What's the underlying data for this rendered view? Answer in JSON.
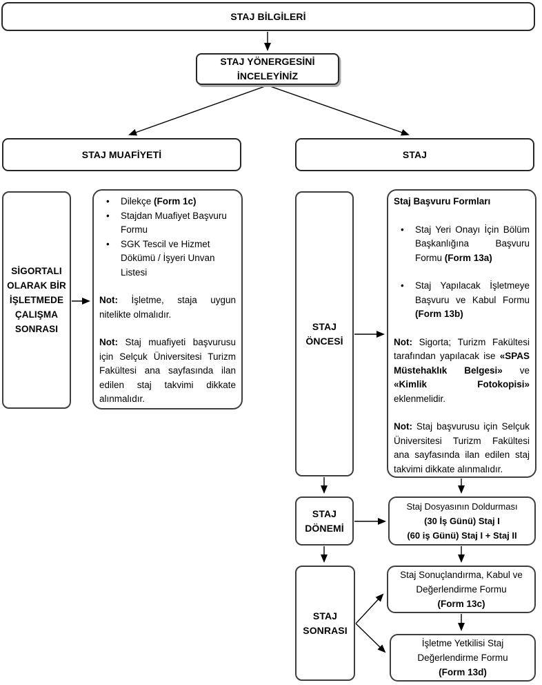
{
  "colors": {
    "background": "#ffffff",
    "text": "#000000",
    "box_border": "#262626",
    "detail_border": "#3d3d3d",
    "directive_shadow": "#a9a9a9"
  },
  "title_box": {
    "label": "STAJ BİLGİLERİ"
  },
  "directive_box": {
    "label": "STAJ YÖNERGESİNİ İNCELEYİNİZ"
  },
  "exemption_branch": {
    "header": "STAJ MUAFİYETİ",
    "condition_label": "SİGORTALI OLARAK BİR İŞLETMEDE ÇALIŞMA SONRASI",
    "details": {
      "bullets": [
        [
          {
            "text": "Dilekçe "
          },
          {
            "text": "(Form 1c)",
            "bold": true
          }
        ],
        [
          {
            "text": "Stajdan Muafiyet Başvuru Formu"
          }
        ],
        [
          {
            "text": "SGK Tescil ve Hizmet Dökümü / İşyeri Unvan Listesi"
          }
        ]
      ],
      "notes": [
        [
          {
            "text": "Not:",
            "bold": true
          },
          {
            "text": " İşletme, staja uygun nitelikte olmalıdır."
          }
        ],
        [
          {
            "text": "Not:",
            "bold": true
          },
          {
            "text": " Staj muafiyeti başvurusu için Selçuk Üniversitesi Turizm Fakültesi ana sayfasında ilan edilen staj takvimi dikkate alınmalıdır."
          }
        ]
      ]
    }
  },
  "internship_branch": {
    "header": "STAJ",
    "before": {
      "stage_label": "STAJ ÖNCESİ",
      "details_heading": "Staj Başvuru Formları",
      "bullets": [
        [
          {
            "text": "Staj Yeri Onayı İçin Bölüm Başkanlığına Başvuru Formu "
          },
          {
            "text": "(Form 13a)",
            "bold": true
          }
        ],
        [
          {
            "text": "Staj Yapılacak İşletmeye Başvuru ve Kabul Formu "
          },
          {
            "text": "(Form 13b)",
            "bold": true
          }
        ]
      ],
      "notes": [
        [
          {
            "text": "Not:",
            "bold": true
          },
          {
            "text": " Sigorta; Turizm Fakültesi tarafından yapılacak ise "
          },
          {
            "text": "«SPAS Müstehaklık Belgesi»",
            "bold": true
          },
          {
            "text": " ve "
          },
          {
            "text": "«Kimlik Fotokopisi»",
            "bold": true
          },
          {
            "text": " eklenmelidir."
          }
        ],
        [
          {
            "text": "Not:",
            "bold": true
          },
          {
            "text": " Staj başvurusu için Selçuk Üniversitesi Turizm Fakültesi ana sayfasında ilan edilen staj takvimi dikkate alınmalıdır."
          }
        ]
      ]
    },
    "during": {
      "stage_label": "STAJ DÖNEMİ",
      "details_lines": [
        [
          {
            "text": "Staj Dosyasının Doldurması"
          }
        ],
        [
          {
            "text": "(30 İş Günü) Staj I",
            "bold": true
          }
        ],
        [
          {
            "text": "(60 iş Günü) Staj I + Staj II",
            "bold": true
          }
        ]
      ]
    },
    "after": {
      "stage_label": "STAJ SONRASI",
      "result_form_lines": [
        [
          {
            "text": "Staj Sonuçlandırma, Kabul ve Değerlendirme Formu"
          }
        ],
        [
          {
            "text": "(Form 13c)",
            "bold": true
          }
        ]
      ],
      "employer_form_lines": [
        [
          {
            "text": "İşletme Yetkilisi Staj Değerlendirme Formu"
          }
        ],
        [
          {
            "text": "(Form 13d)",
            "bold": true
          }
        ]
      ]
    }
  }
}
